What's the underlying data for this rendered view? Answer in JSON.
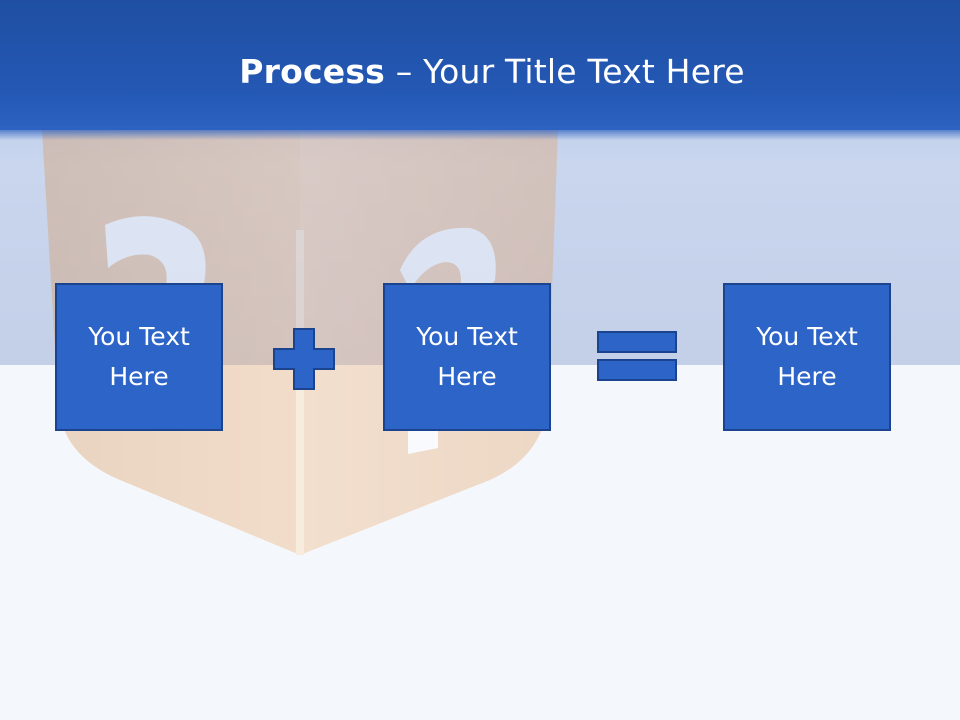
{
  "slide": {
    "title_bold": "Process",
    "title_rest": " – Your Title Text Here",
    "boxes": [
      {
        "line1": "You Text",
        "line2": "Here"
      },
      {
        "line1": "You Text",
        "line2": "Here"
      },
      {
        "line1": "You Text",
        "line2": "Here"
      }
    ],
    "operators": [
      "plus-icon",
      "equals-icon"
    ]
  },
  "colors": {
    "header": "#2458b4",
    "box_fill": "#2d64c8",
    "box_border": "#1c448e",
    "text": "#ffffff",
    "background": "#f4f8fc"
  }
}
